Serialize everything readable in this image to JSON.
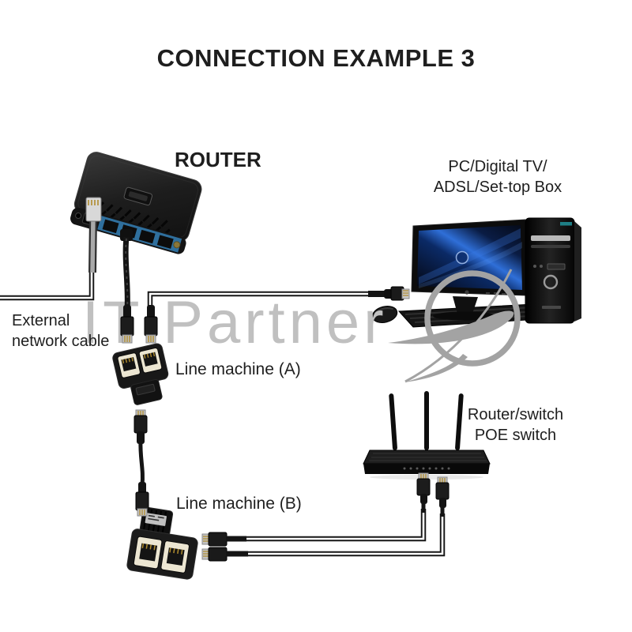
{
  "title": "CONNECTION EXAMPLE 3",
  "watermark": "IT Partner",
  "labels": {
    "router": "ROUTER",
    "pc": [
      "PC/Digital TV/",
      "ADSL/Set-top Box"
    ],
    "external": [
      "External",
      "network cable"
    ],
    "line_machine_a": "Line machine (A)",
    "line_machine_b": "Line machine (B)",
    "poe": [
      "Router/switch",
      "POE switch"
    ]
  },
  "colors": {
    "title": "#1c1c1c",
    "label": "#1e1e1e",
    "watermark_text": "#c0c0c0",
    "watermark_swoosh": "#a3a3a3",
    "cable_line": "#161616",
    "router_port_blue": "#2f6f9d",
    "rj45_port_cream": "#ece6d2",
    "tower_accent_teal": "#1e7f86",
    "screen_blue": "#2f6fd8"
  }
}
